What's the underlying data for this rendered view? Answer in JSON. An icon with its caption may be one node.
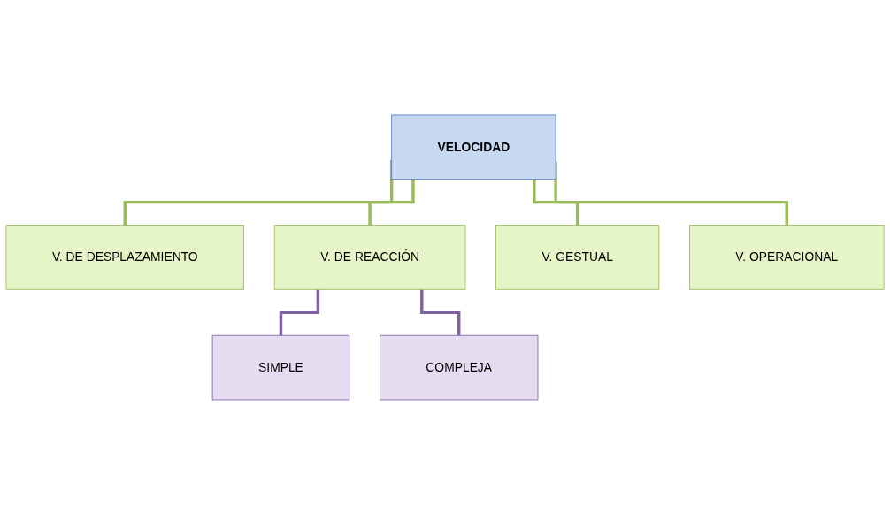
{
  "diagram": {
    "nodes": [
      {
        "text": [
          "VELOCIDAD"
        ]
      },
      {
        "text": [
          "V. DE DESPLAZAMIENTO"
        ]
      },
      {
        "text": [
          "V. DE REACCIÓN"
        ]
      },
      {
        "text": [
          "V. GESTUAL"
        ]
      },
      {
        "text": [
          "V. OPERACIONAL"
        ]
      },
      {
        "text": [
          "SIMPLE"
        ]
      },
      {
        "text": [
          "COMPLEJA"
        ]
      }
    ],
    "edges": [
      {
        "from": 0,
        "to": 1,
        "arrow": "none"
      },
      {
        "from": 0,
        "to": 2,
        "arrow": "none"
      },
      {
        "from": 0,
        "to": 3,
        "arrow": "none"
      },
      {
        "from": 0,
        "to": 4,
        "arrow": "none"
      },
      {
        "from": 2,
        "to": 5,
        "arrow": "none",
        "color": "#8064a2"
      },
      {
        "from": 2,
        "to": 6,
        "arrow": "none",
        "color": "#8064a2"
      }
    ]
  }
}
